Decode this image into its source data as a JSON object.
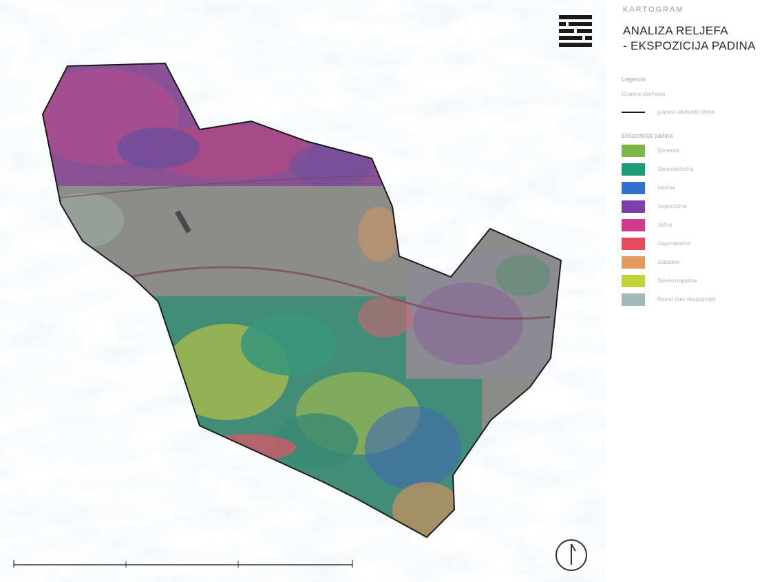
{
  "header": {
    "subtitle": "KARTOGRAM",
    "title_lines": [
      "ANALIZA RELJEFA",
      "- EKSPOZICIJA PADINA"
    ]
  },
  "legend": {
    "heading": "Legenda",
    "boundary_heading": "Granica obuhvata",
    "boundary_label": "granica obuhvata plana",
    "classes_heading": "Ekspozicija padina",
    "classes": [
      {
        "label": "Sjeverna",
        "color": "#7cb648"
      },
      {
        "label": "Sjeveroistočna",
        "color": "#1f9b76"
      },
      {
        "label": "Istočna",
        "color": "#2e6fd0"
      },
      {
        "label": "Jugoistočna",
        "color": "#7b3fae"
      },
      {
        "label": "Južna",
        "color": "#d23a8a"
      },
      {
        "label": "Jugozapadna",
        "color": "#e34b5c"
      },
      {
        "label": "Zapadna",
        "color": "#e39a5a"
      },
      {
        "label": "Sjeverozapadna",
        "color": "#bfd23a"
      },
      {
        "label": "Ravno (bez ekspozicije)",
        "color": "#9fb8b8"
      }
    ]
  },
  "map": {
    "north_arrow": "north-arrow-icon",
    "scale_bar": "scale-bar"
  }
}
